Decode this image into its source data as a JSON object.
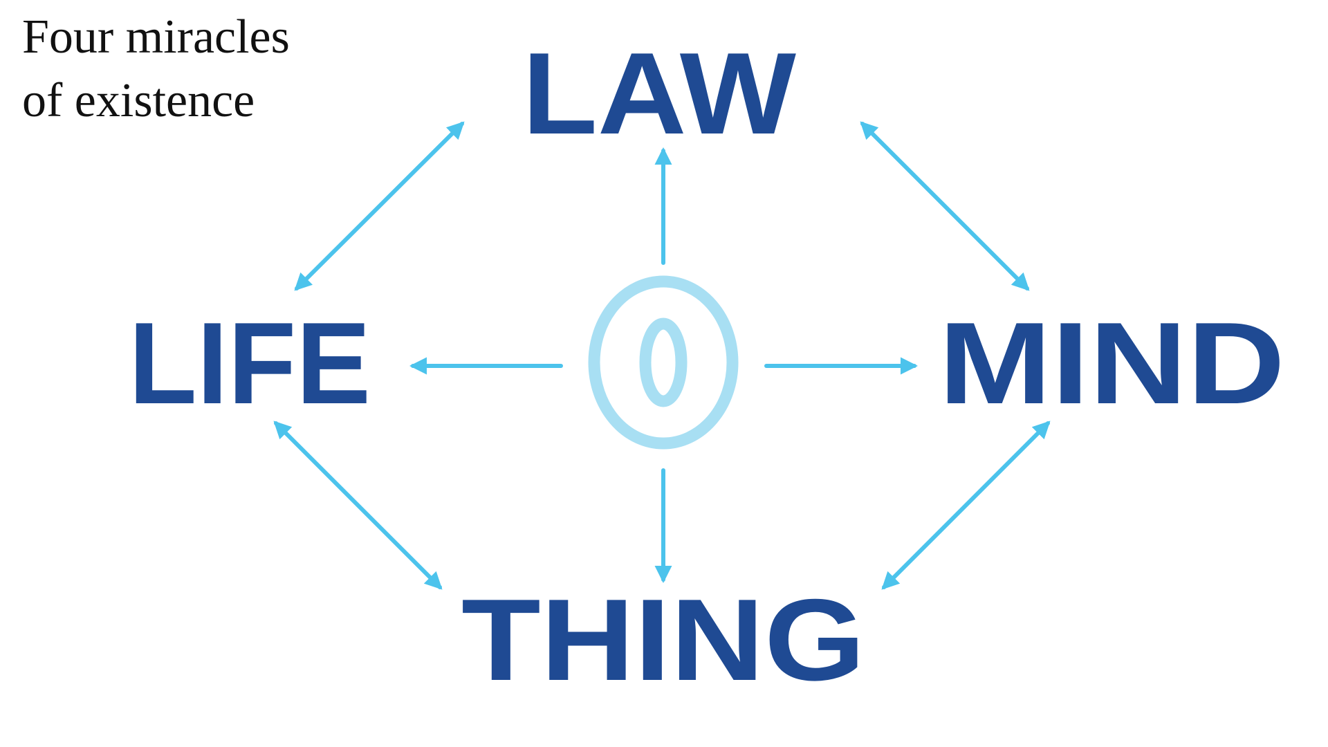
{
  "title": {
    "line1": "Four miracles",
    "line2": "of existence"
  },
  "nodes": {
    "top": "LAW",
    "left": "LIFE",
    "right": "MIND",
    "bottom": "THING",
    "center": "0"
  },
  "colors": {
    "node_text": "#1f4a93",
    "arrow": "#4cc3ec",
    "center": "#a8dff3",
    "title_text": "#111111"
  }
}
